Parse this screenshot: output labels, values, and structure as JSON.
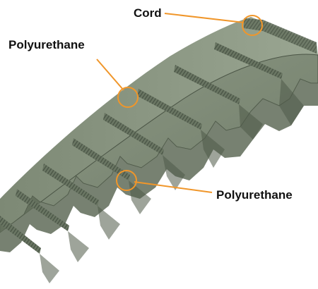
{
  "labels": {
    "cord": "Cord",
    "polyurethane_top": "Polyurethane",
    "polyurethane_bottom": "Polyurethane"
  },
  "colors": {
    "belt_face": "#7e8a76",
    "belt_top": "#8d9985",
    "belt_dark": "#5a6553",
    "belt_shadow": "#4a5445",
    "groove_lines": "#3f4a3b",
    "callout": "#f0962a",
    "label_text": "#111111"
  }
}
